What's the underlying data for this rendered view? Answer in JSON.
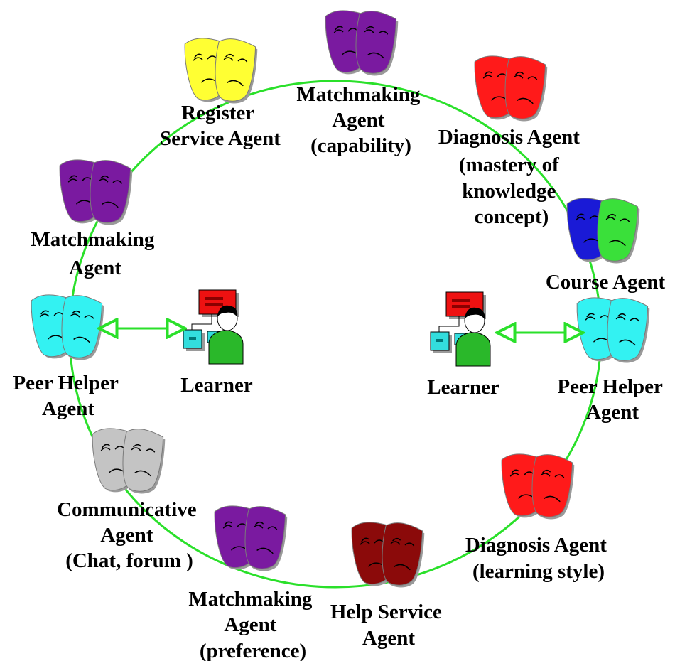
{
  "colors": {
    "ring": "#2ae02a",
    "arrow": "#2ae02a",
    "mask_yellow": "#ffff33",
    "mask_purple": "#7a1aa0",
    "mask_red": "#ff1a1a",
    "mask_blue": "#1a1ad6",
    "mask_green": "#3ae03a",
    "mask_cyan": "#33f2f2",
    "mask_gray": "#c4c4c4",
    "mask_darkred": "#8b0a0a",
    "monitor": "#ee1111",
    "box": "#33dddd",
    "person": "#2ab82a"
  },
  "agents": [
    {
      "name": "register-service-agent",
      "icon": "mask-icon",
      "colors": [
        "mask_yellow",
        "mask_yellow"
      ],
      "label": [
        "Register",
        "Service Agent"
      ]
    },
    {
      "name": "matchmaking-agent-capability",
      "icon": "mask-icon",
      "colors": [
        "mask_purple",
        "mask_purple"
      ],
      "label": [
        "Matchmaking",
        "Agent",
        "(capability)"
      ]
    },
    {
      "name": "diagnosis-agent-mastery",
      "icon": "mask-icon",
      "colors": [
        "mask_red",
        "mask_red"
      ],
      "label": [
        "Diagnosis Agent",
        "(mastery of",
        "knowledge",
        "concept)"
      ]
    },
    {
      "name": "course-agent",
      "icon": "mask-icon",
      "colors": [
        "mask_blue",
        "mask_green"
      ],
      "label": [
        "Course Agent"
      ]
    },
    {
      "name": "matchmaking-agent",
      "icon": "mask-icon",
      "colors": [
        "mask_purple",
        "mask_purple"
      ],
      "label": [
        "Matchmaking",
        "Agent"
      ]
    },
    {
      "name": "peer-helper-agent-left",
      "icon": "mask-icon",
      "colors": [
        "mask_cyan",
        "mask_cyan"
      ],
      "label": [
        "Peer Helper",
        "Agent"
      ]
    },
    {
      "name": "peer-helper-agent-right",
      "icon": "mask-icon",
      "colors": [
        "mask_cyan",
        "mask_cyan"
      ],
      "label": [
        "Peer Helper",
        "Agent"
      ]
    },
    {
      "name": "communicative-agent",
      "icon": "mask-icon",
      "colors": [
        "mask_gray",
        "mask_gray"
      ],
      "label": [
        "Communicative",
        "Agent",
        "(Chat, forum )"
      ]
    },
    {
      "name": "diagnosis-agent-learning-style",
      "icon": "mask-icon",
      "colors": [
        "mask_red",
        "mask_red"
      ],
      "label": [
        "Diagnosis Agent",
        "(learning style)"
      ]
    },
    {
      "name": "matchmaking-agent-preference",
      "icon": "mask-icon",
      "colors": [
        "mask_purple",
        "mask_purple"
      ],
      "label": [
        "Matchmaking",
        "Agent",
        "(preference)"
      ]
    },
    {
      "name": "help-service-agent",
      "icon": "mask-icon",
      "colors": [
        "mask_darkred",
        "mask_darkred"
      ],
      "label": [
        "Help Service",
        "Agent"
      ]
    }
  ],
  "learners": [
    {
      "name": "learner-left",
      "icon": "learner-computer-icon",
      "label": "Learner"
    },
    {
      "name": "learner-right",
      "icon": "learner-computer-icon",
      "label": "Learner"
    }
  ]
}
